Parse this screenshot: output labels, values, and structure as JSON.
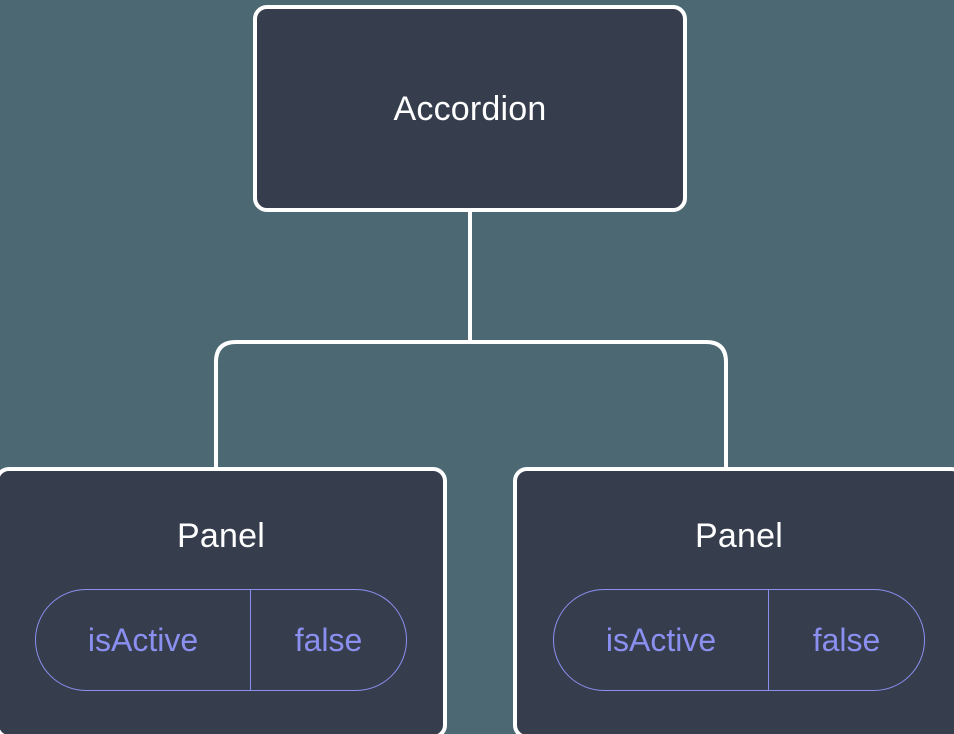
{
  "diagram": {
    "type": "component-tree",
    "background_color": "#4c6873",
    "node_fill_color": "#363e4e",
    "node_border_color": "#ffffff",
    "connector_color": "#ffffff",
    "accent_color": "#8b8ff0",
    "title_color": "#ffffff"
  },
  "root": {
    "label": "Accordion"
  },
  "children": [
    {
      "label": "Panel",
      "state": {
        "key": "isActive",
        "value": "false"
      }
    },
    {
      "label": "Panel",
      "state": {
        "key": "isActive",
        "value": "false"
      }
    }
  ]
}
